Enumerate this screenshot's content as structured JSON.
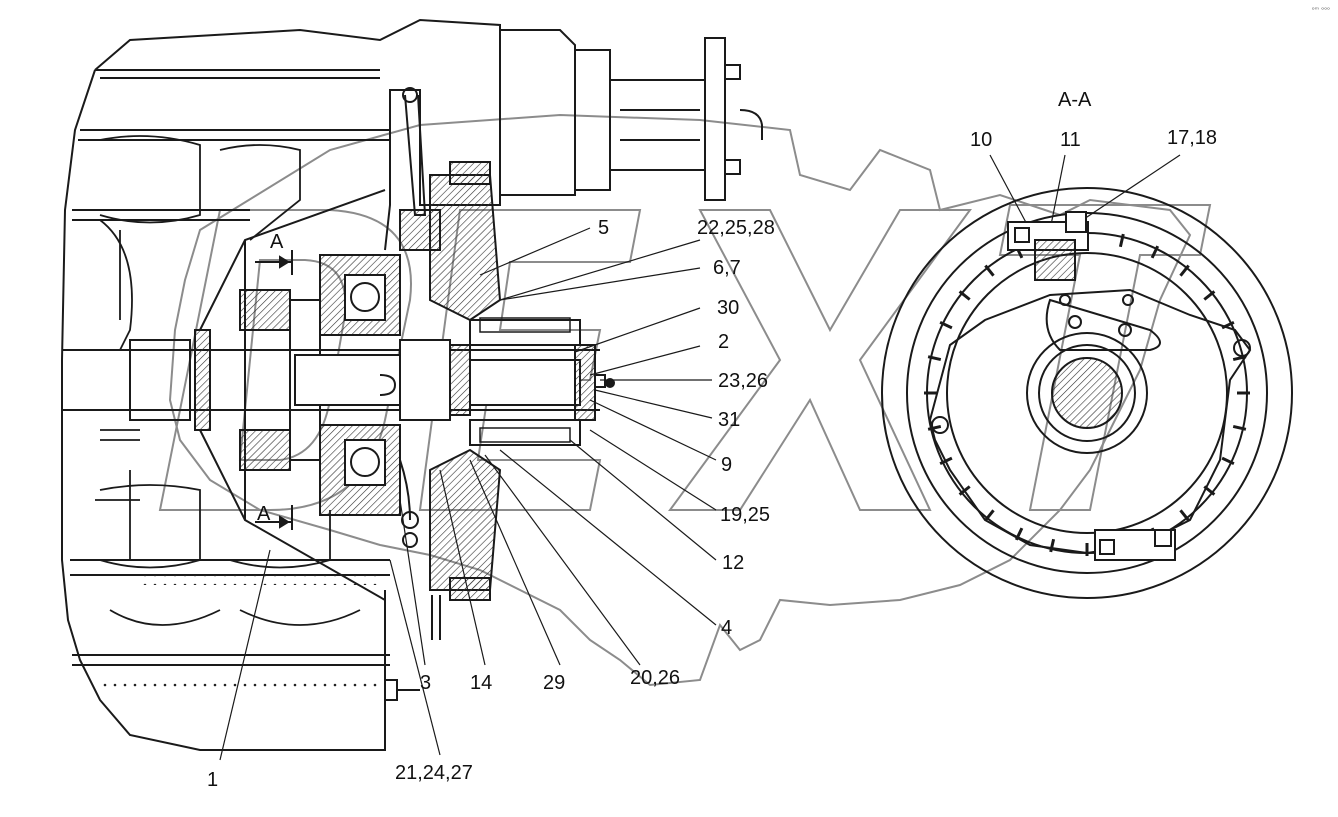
{
  "diagram": {
    "section_title": "A-A",
    "section_marker": "A",
    "watermark": "DEXT",
    "corner_mark": "ᵒᵐ ᵒᵒᵒ",
    "callouts": [
      {
        "id": "c5",
        "text": "5"
      },
      {
        "id": "c22_25_28",
        "text": "22,25,28"
      },
      {
        "id": "c6_7",
        "text": "6,7"
      },
      {
        "id": "c30",
        "text": "30"
      },
      {
        "id": "c2",
        "text": "2"
      },
      {
        "id": "c23_26",
        "text": "23,26"
      },
      {
        "id": "c31",
        "text": "31"
      },
      {
        "id": "c9",
        "text": "9"
      },
      {
        "id": "c19_25",
        "text": "19,25"
      },
      {
        "id": "c12",
        "text": "12"
      },
      {
        "id": "c4",
        "text": "4"
      },
      {
        "id": "c20_26",
        "text": "20,26"
      },
      {
        "id": "c29",
        "text": "29"
      },
      {
        "id": "c14",
        "text": "14"
      },
      {
        "id": "c3",
        "text": "3"
      },
      {
        "id": "c21_24_27",
        "text": "21,24,27"
      },
      {
        "id": "c1",
        "text": "1"
      },
      {
        "id": "c10",
        "text": "10"
      },
      {
        "id": "c11",
        "text": "11"
      },
      {
        "id": "c17_18",
        "text": "17,18"
      }
    ],
    "colors": {
      "line": "#1a1a1a",
      "hatch": "#333333",
      "watermark": "#9a9a9a"
    }
  }
}
